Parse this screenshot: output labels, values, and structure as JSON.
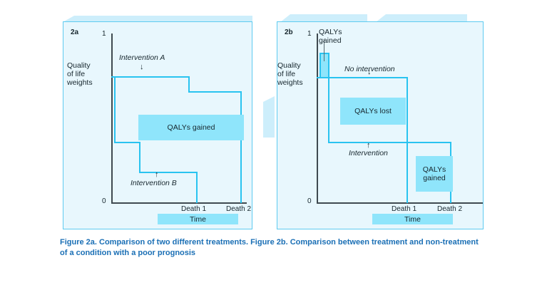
{
  "figure": {
    "caption": "Figure 2a. Comparison of two different treatments. Figure 2b. Comparison between treatment and non-treatment of a condition with a poor prognosis"
  },
  "colors": {
    "panel_bg": "#e8f7fd",
    "panel_border": "#5ecbf0",
    "line": "#29c3f0",
    "block_fill": "#8fe5fb",
    "axis": "#3f4a50",
    "caption": "#1a6fb5",
    "ribbon": "#cdeefb"
  },
  "panel_a": {
    "id": "2a",
    "y_axis": {
      "max_label": "1",
      "min_label": "0",
      "title": "Quality\nof life\nweights"
    },
    "y_title_line1": "Quality",
    "y_title_line2": "of life",
    "y_title_line3": "weights",
    "x_axis": {
      "label": "Time",
      "ticks": [
        "Death 1",
        "Death 2"
      ]
    },
    "tick_death1": "Death 1",
    "tick_death2": "Death 2",
    "time_label": "Time",
    "annotations": [
      {
        "label": "Intervention A",
        "arrow": "down"
      },
      {
        "label": "Intervention B",
        "arrow": "up"
      }
    ],
    "annot_a": "Intervention A",
    "annot_b": "Intervention B",
    "blocks": [
      {
        "label": "QALYs gained"
      }
    ],
    "block_gained": "QALYs gained"
  },
  "panel_b": {
    "id": "2b",
    "y_axis": {
      "max_label": "1",
      "min_label": "0"
    },
    "y_title_line1": "Quality",
    "y_title_line2": "of life",
    "y_title_line3": "weights",
    "tick_death1": "Death 1",
    "tick_death2": "Death 2",
    "time_label": "Time",
    "marker_label_line1": "QALYs",
    "marker_label_line2": "gained",
    "annot_no_intervention": "No intervention",
    "annot_intervention": "Intervention",
    "block_lost": "QALYs lost",
    "block_gained_line1": "QALYs",
    "block_gained_line2": "gained"
  },
  "chart_data": {
    "type": "line",
    "title": "Figure 2a. Comparison of two different treatments. Figure 2b. Comparison between treatment and non-treatment of a condition with a poor prognosis",
    "xlabel": "Time",
    "ylabel": "Quality of life weights",
    "ylim": [
      0,
      1
    ],
    "grid": false,
    "legend": "none",
    "charts": [
      {
        "name": "2a",
        "xticks": [
          "Death 1",
          "Death 2"
        ],
        "series": [
          {
            "name": "Intervention A",
            "type": "step",
            "points": [
              {
                "x": 0.0,
                "y": 0.79
              },
              {
                "x": 0.62,
                "y": 0.79
              },
              {
                "x": 0.62,
                "y": 0.7
              },
              {
                "x": 1.0,
                "y": 0.7
              },
              {
                "x": 1.0,
                "y": 0.0
              }
            ]
          },
          {
            "name": "Intervention B",
            "type": "step",
            "points": [
              {
                "x": 0.0,
                "y": 0.79
              },
              {
                "x": 0.0,
                "y": 0.36
              },
              {
                "x": 0.22,
                "y": 0.36
              },
              {
                "x": 0.22,
                "y": 0.18
              },
              {
                "x": 0.72,
                "y": 0.18
              },
              {
                "x": 0.72,
                "y": 0.0
              }
            ]
          }
        ],
        "shaded_regions": [
          {
            "label": "QALYs gained",
            "x": [
              0.22,
              0.86
            ],
            "y": [
              0.38,
              0.6
            ]
          }
        ]
      },
      {
        "name": "2b",
        "xticks": [
          "Death 1",
          "Death 2"
        ],
        "series": [
          {
            "name": "No intervention",
            "type": "step",
            "points": [
              {
                "x": 0.0,
                "y": 0.7
              },
              {
                "x": 0.66,
                "y": 0.7
              },
              {
                "x": 0.66,
                "y": 0.0
              }
            ]
          },
          {
            "name": "Intervention",
            "type": "step",
            "points": [
              {
                "x": 0.0,
                "y": 0.79
              },
              {
                "x": 0.08,
                "y": 0.79
              },
              {
                "x": 0.08,
                "y": 0.36
              },
              {
                "x": 1.0,
                "y": 0.36
              },
              {
                "x": 1.0,
                "y": 0.0
              }
            ]
          }
        ],
        "shaded_regions": [
          {
            "label": "QALYs lost",
            "x": [
              0.16,
              0.58
            ],
            "y": [
              0.4,
              0.62
            ]
          },
          {
            "label": "QALYs gained",
            "x": [
              0.7,
              0.95
            ],
            "y": [
              0.08,
              0.3
            ]
          },
          {
            "label": "QALYs gained (marker)",
            "x": [
              0.04,
              0.11
            ],
            "y": [
              0.7,
              0.88
            ]
          }
        ]
      }
    ]
  }
}
